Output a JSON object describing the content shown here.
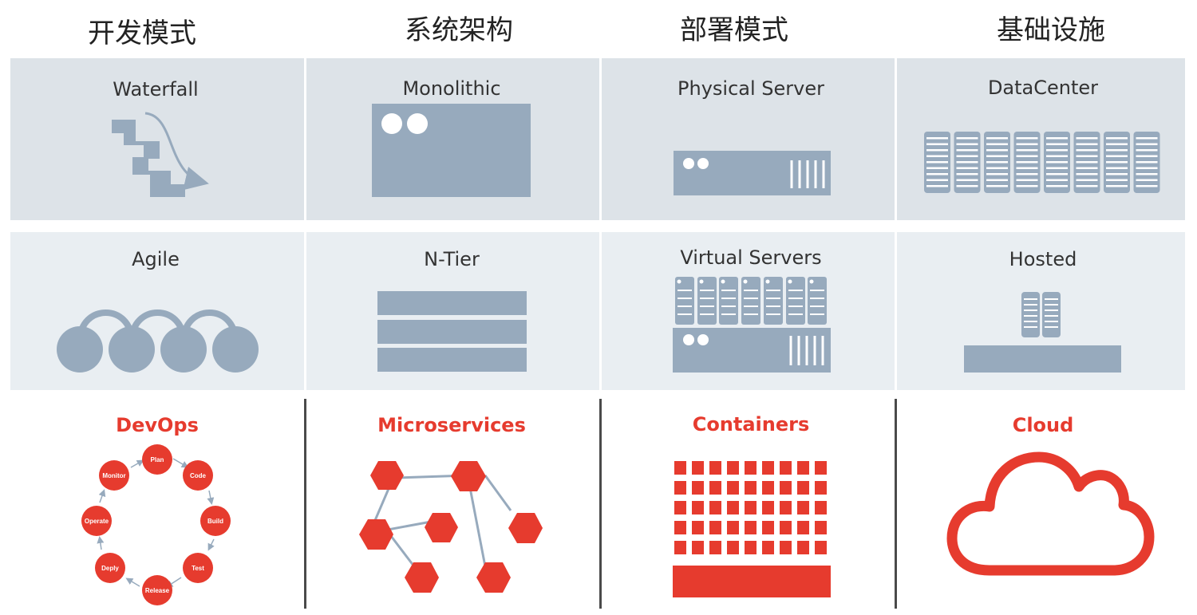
{
  "columns": [
    {
      "header": "开发模式",
      "row1": "Waterfall",
      "row2": "Agile",
      "row3": "DevOps"
    },
    {
      "header": "系统架构",
      "row1": "Monolithic",
      "row2": "N-Tier",
      "row3": "Microservices"
    },
    {
      "header": "部署模式",
      "row1": "Physical Server",
      "row2": "Virtual Servers",
      "row3": "Containers"
    },
    {
      "header": "基础设施",
      "row1": "DataCenter",
      "row2": "Hosted",
      "row3": "Cloud"
    }
  ],
  "devops_cycle": [
    "Plan",
    "Code",
    "Build",
    "Test",
    "Release",
    "Deply",
    "Operate",
    "Monitor"
  ],
  "colors": {
    "slate": "#97aabd",
    "red": "#e63b2e",
    "band_dark": "#dde3e8",
    "band_light": "#e9eef2"
  },
  "icons": [
    "waterfall-icon",
    "agile-icon",
    "devops-cycle-icon",
    "monolithic-icon",
    "n-tier-icon",
    "microservices-icon",
    "physical-server-icon",
    "virtual-servers-icon",
    "containers-icon",
    "datacenter-icon",
    "hosted-icon",
    "cloud-icon"
  ]
}
